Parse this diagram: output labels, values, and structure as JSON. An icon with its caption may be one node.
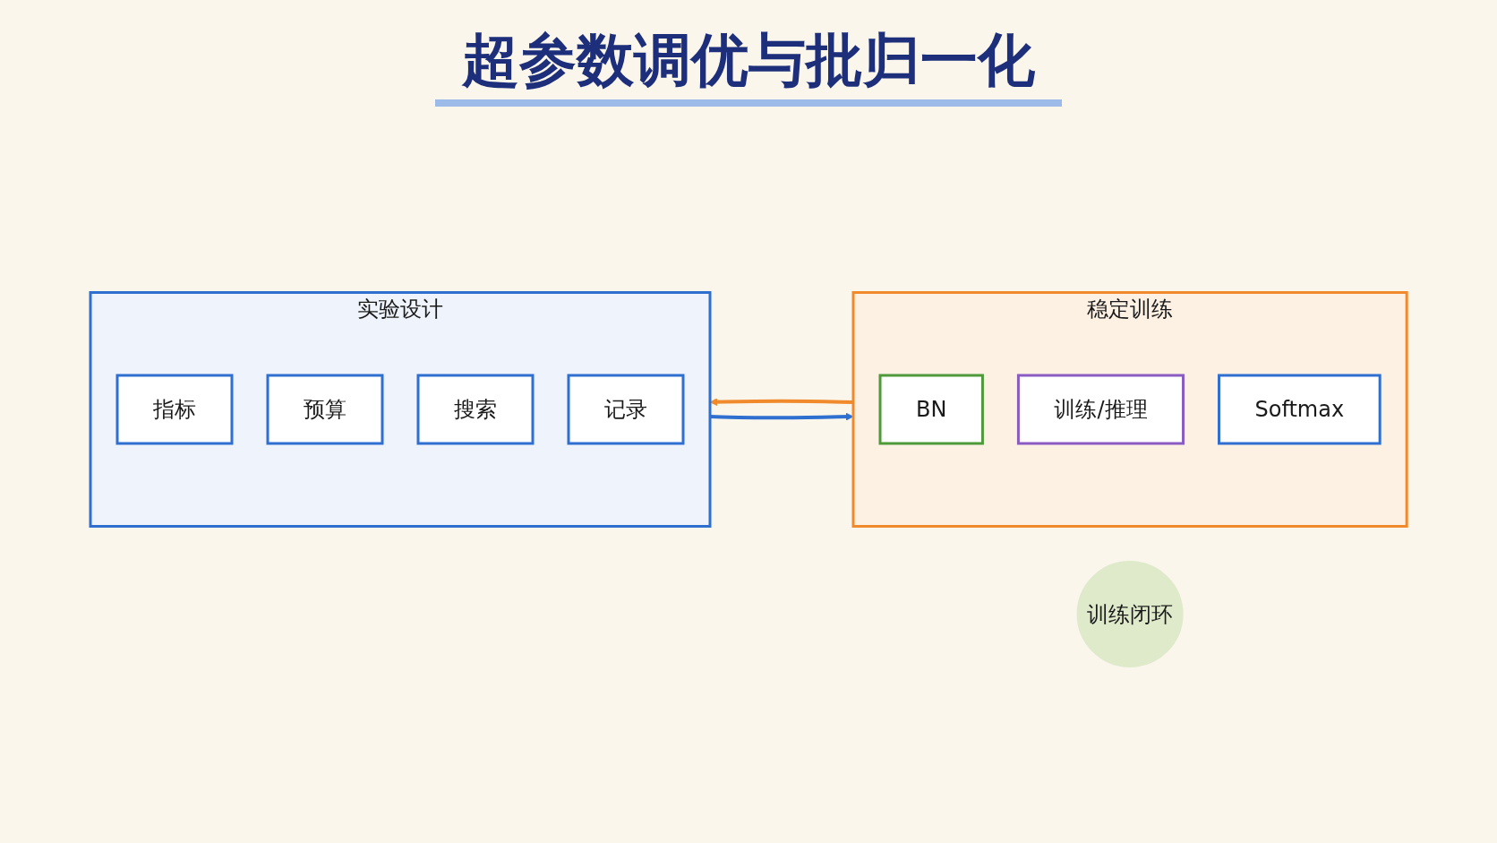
{
  "diagram": {
    "title": "超参数调优与批归一化",
    "nodes": [
      {
        "text": [
          "实验设计"
        ]
      },
      {
        "text": [
          "指标"
        ],
        "in": 0
      },
      {
        "text": [
          "预算"
        ],
        "in": 0
      },
      {
        "text": [
          "搜索"
        ],
        "in": 0
      },
      {
        "text": [
          "记录"
        ],
        "in": 0
      },
      {
        "text": [
          "训练闭环"
        ]
      },
      {
        "text": [
          "稳定训练"
        ]
      },
      {
        "text": [
          "BN"
        ],
        "in": 6
      },
      {
        "text": [
          "训练/推理"
        ],
        "in": 6
      },
      {
        "text": [
          "Softmax"
        ],
        "in": 6
      }
    ],
    "edges": [
      {
        "from": 0,
        "to": 6,
        "arrow": "to",
        "color": "#2f6fd0"
      },
      {
        "from": 6,
        "to": 0,
        "arrow": "to",
        "color": "#f08a2c"
      }
    ]
  }
}
